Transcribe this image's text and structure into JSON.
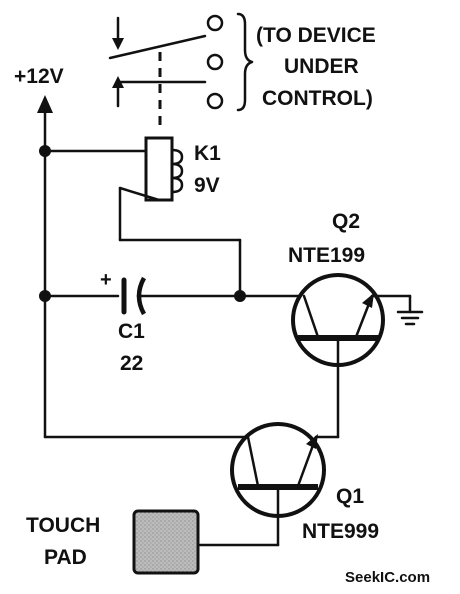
{
  "labels": {
    "supply": "+12V",
    "device_line1": "(TO DEVICE",
    "device_line2": "UNDER",
    "device_line3": "CONTROL)",
    "relay_ref": "K1",
    "relay_voltage": "9V",
    "q2_ref": "Q2",
    "q2_part": "NTE199",
    "cap_ref": "C1",
    "cap_value": "22",
    "cap_polarity": "+",
    "q1_ref": "Q1",
    "q1_part": "NTE999",
    "touch_line1": "TOUCH",
    "touch_line2": "PAD",
    "watermark": "SeekIC.com"
  },
  "colors": {
    "ink": "#111111",
    "touch_pad_fill": "#b8b8b8",
    "background": "#ffffff"
  }
}
